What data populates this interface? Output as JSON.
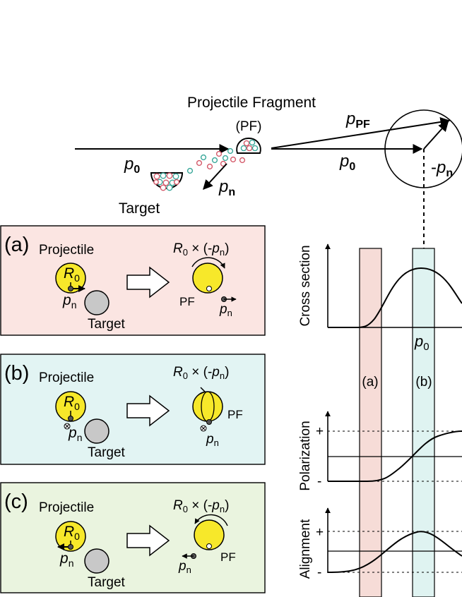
{
  "top": {
    "title": "Projectile Fragment",
    "pf_label": "(PF)",
    "p0_left": "p",
    "p0_left_sub": "0",
    "pn": "p",
    "pn_sub": "n",
    "target": "Target",
    "ppf": "p",
    "ppf_sub": "PF",
    "p0_right": "p",
    "p0_right_sub": "0",
    "neg_pn_minus": "-",
    "neg_pn": "p",
    "neg_pn_sub": "n"
  },
  "panels": [
    {
      "label": "(a)",
      "projectile": "Projectile",
      "r0": "R",
      "r0_sub": "0",
      "pn": "p",
      "pn_sub": "n",
      "target": "Target",
      "formula_pre": "R",
      "formula_sub": "0",
      "formula_mid": " × (-",
      "formula_p": "p",
      "formula_psub": "n",
      "formula_end": ")",
      "pf": "PF",
      "pn2": "p",
      "pn2_sub": "n",
      "bg": "#fbe5e2",
      "border": "#000000"
    },
    {
      "label": "(b)",
      "projectile": "Projectile",
      "r0": "R",
      "r0_sub": "0",
      "pn": "p",
      "pn_sub": "n",
      "target": "Target",
      "formula_pre": "R",
      "formula_sub": "0",
      "formula_mid": " × (-",
      "formula_p": "p",
      "formula_psub": "n",
      "formula_end": ")",
      "pf": "PF",
      "pn2": "p",
      "pn2_sub": "n",
      "bg": "#e2f4f3",
      "border": "#000000"
    },
    {
      "label": "(c)",
      "projectile": "Projectile",
      "r0": "R",
      "r0_sub": "0",
      "pn": "p",
      "pn_sub": "n",
      "target": "Target",
      "formula_pre": "R",
      "formula_sub": "0",
      "formula_mid": " × (-",
      "formula_p": "p",
      "formula_psub": "n",
      "formula_end": ")",
      "pf": "PF",
      "pn2": "p",
      "pn2_sub": "n",
      "bg": "#eaf4df",
      "border": "#000000"
    }
  ],
  "graphs": {
    "cross_section_label": "Cross section",
    "p0": "p",
    "p0_sub": "0",
    "band_a": "(a)",
    "band_b": "(b)",
    "polarization_label": "Polarization",
    "alignment_label": "Alignment",
    "plus": "+",
    "minus": "-",
    "band_a_color": "#f6dcd7",
    "band_b_color": "#dff3f1"
  },
  "colors": {
    "sphere_yellow": "#f7e82a",
    "target_gray": "#c8c8c8",
    "nucleon_red": "#d45a6a",
    "nucleon_teal": "#3aa89a"
  }
}
